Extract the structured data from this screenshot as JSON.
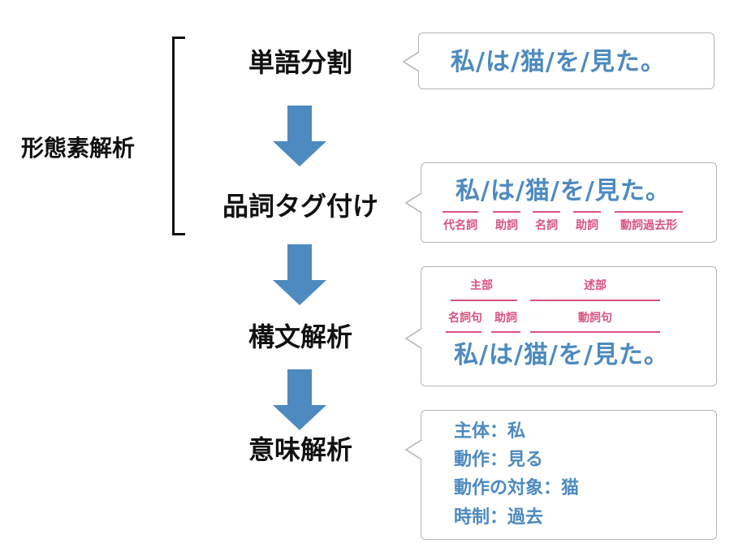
{
  "side_label": "形態素解析",
  "stages": [
    {
      "name": "単語分割"
    },
    {
      "name": "品詞タグ付け"
    },
    {
      "name": "構文解析"
    },
    {
      "name": "意味解析"
    }
  ],
  "sentence_segmented": "私/は/猫/を/見た。",
  "pos_tags": [
    "代名詞",
    "助詞",
    "名詞",
    "助詞",
    "動詞過去形"
  ],
  "syntax": {
    "upper": [
      "主部",
      "述部"
    ],
    "lower": [
      "名詞句",
      "助詞",
      "動詞句"
    ]
  },
  "semantics": [
    "主体：私",
    "動作：見る",
    "動作の対象：猫",
    "時制：過去"
  ],
  "colors": {
    "arrow": "#4d8ac0",
    "sentence_text": "#4d8ac0",
    "tag_text": "#d9537f",
    "bubble_border": "#b5b5b5"
  }
}
